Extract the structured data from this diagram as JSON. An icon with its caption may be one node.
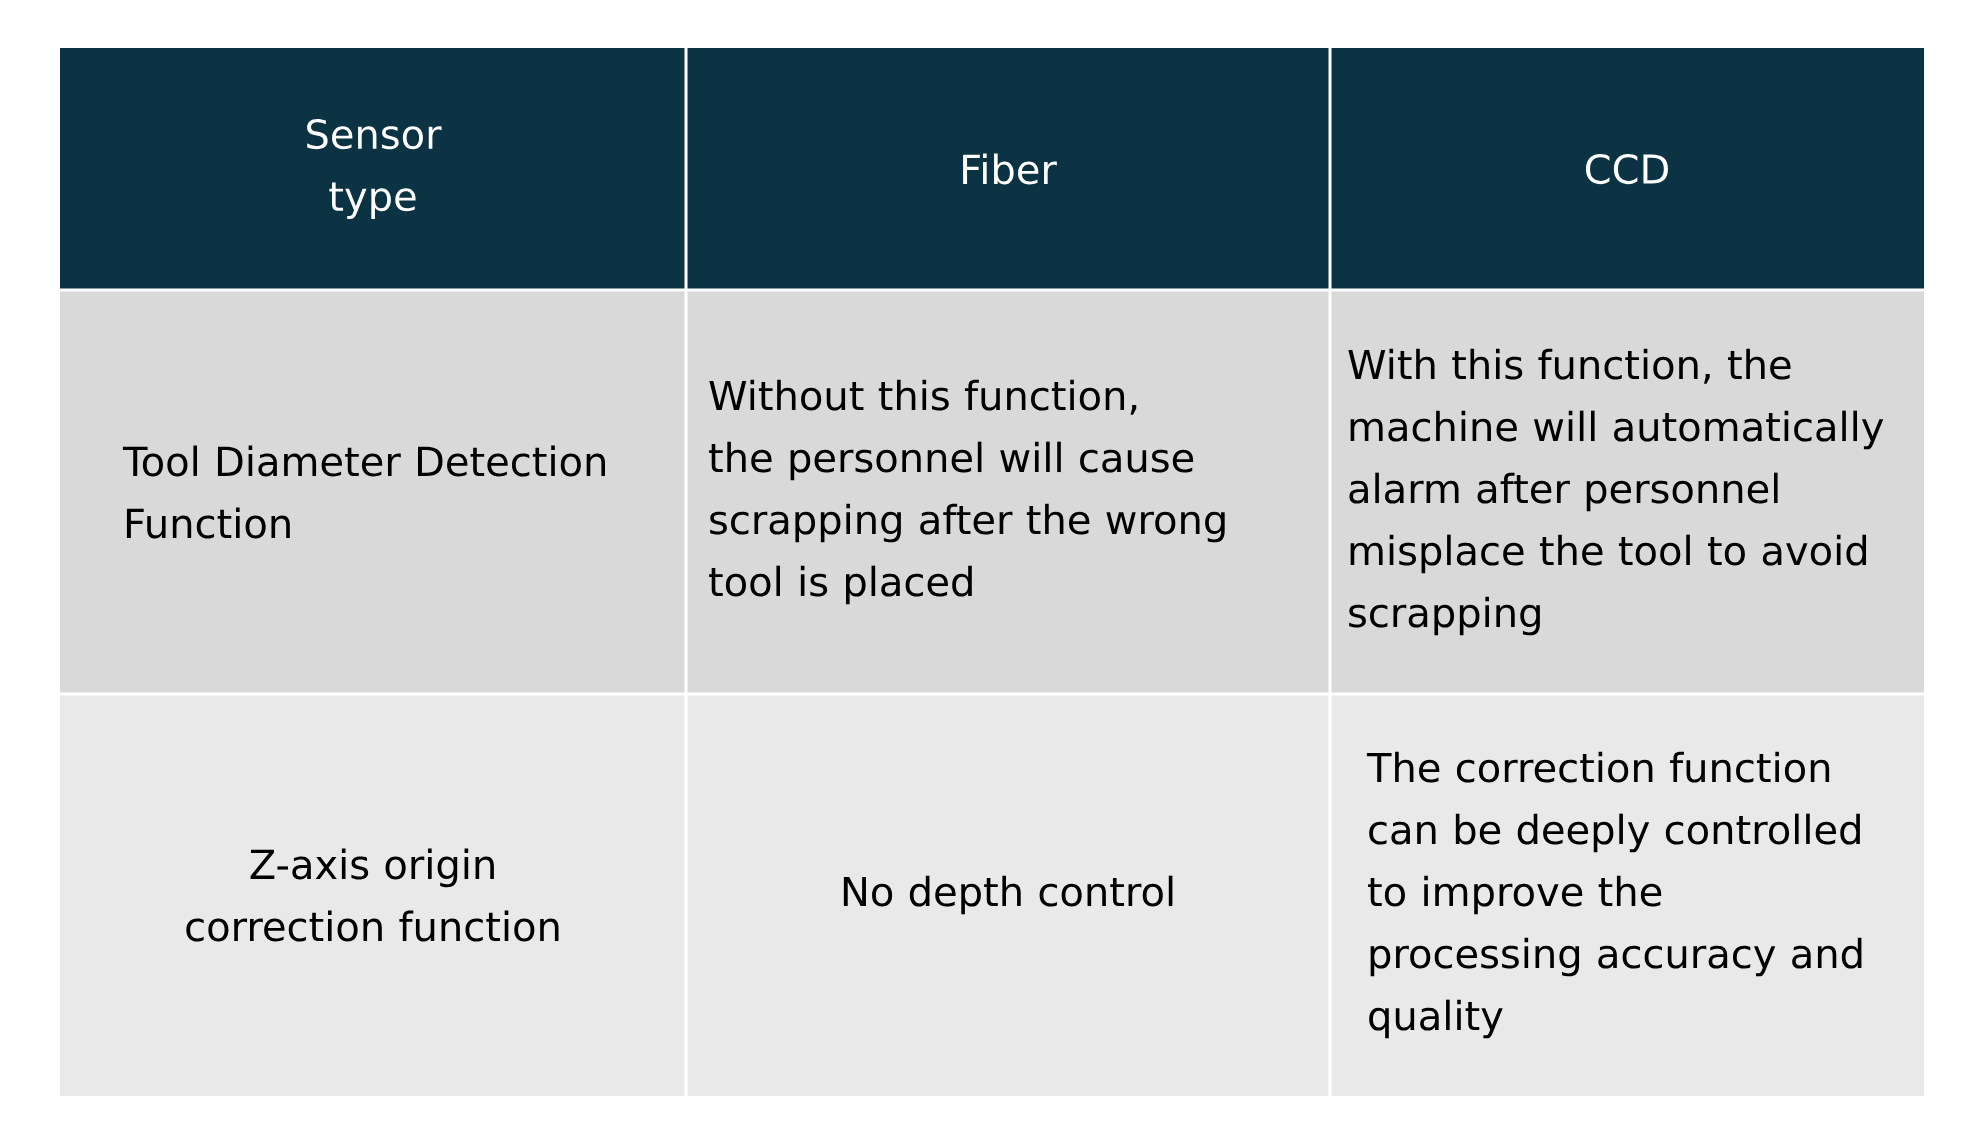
{
  "diagram": {
    "labels": [
      "Sensor type",
      "Fiber",
      "CCD",
      "Tool Diameter Detection Function",
      "Without this function, the personnel will cause scrapping after the wrong tool is placed",
      "With this function, the machine will automatically alarm after personnel misplace the tool to avoid scrapping",
      "Z-axis origin correction function",
      "No depth control",
      "The correction function can be deeply controlled to improve the processing accuracy and quality"
    ]
  }
}
